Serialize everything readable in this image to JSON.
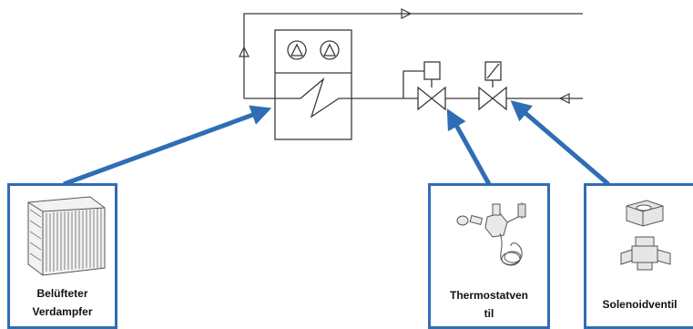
{
  "labels": {
    "evaporator": "Belüfteter\nVerdampfer",
    "thermostatic_valve": "Thermostatven\ntil",
    "solenoid_valve": "Solenoidventil"
  },
  "colors": {
    "arrow": "#2f6db5",
    "box_border": "#2f6db5",
    "line": "#3a3a3a"
  }
}
